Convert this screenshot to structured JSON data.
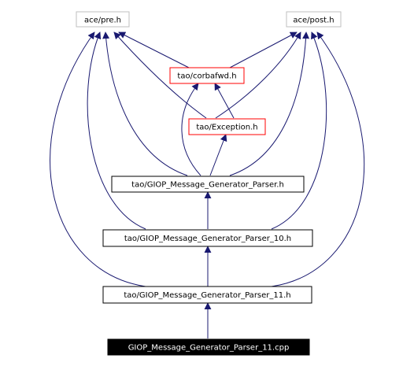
{
  "graph": {
    "nodes": {
      "ace_pre": "ace/pre.h",
      "ace_post": "ace/post.h",
      "corbafwd": "tao/corbafwd.h",
      "exception": "tao/Exception.h",
      "parser": "tao/GIOP_Message_Generator_Parser.h",
      "parser10": "tao/GIOP_Message_Generator_Parser_10.h",
      "parser11": "tao/GIOP_Message_Generator_Parser_11.h",
      "root": "GIOP_Message_Generator_Parser_11.cpp"
    }
  }
}
